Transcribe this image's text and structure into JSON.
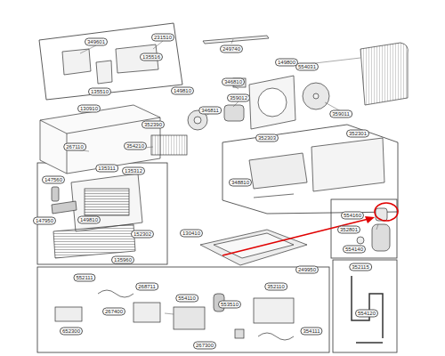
{
  "diagram": {
    "labels": [
      "349601",
      "231510",
      "135516",
      "135510",
      "249740",
      "554031",
      "149800",
      "346810",
      "149810",
      "359012",
      "346811",
      "359011",
      "130910",
      "354210",
      "267110",
      "352390",
      "352301",
      "352303",
      "348810",
      "135312",
      "147560",
      "135311",
      "147950",
      "149810",
      "152302",
      "135960",
      "554160",
      "352801",
      "554140",
      "130410",
      "249950",
      "552111",
      "267400",
      "268711",
      "554110",
      "352110",
      "553510",
      "352115",
      "554120",
      "354111",
      "652300",
      "267300"
    ]
  }
}
